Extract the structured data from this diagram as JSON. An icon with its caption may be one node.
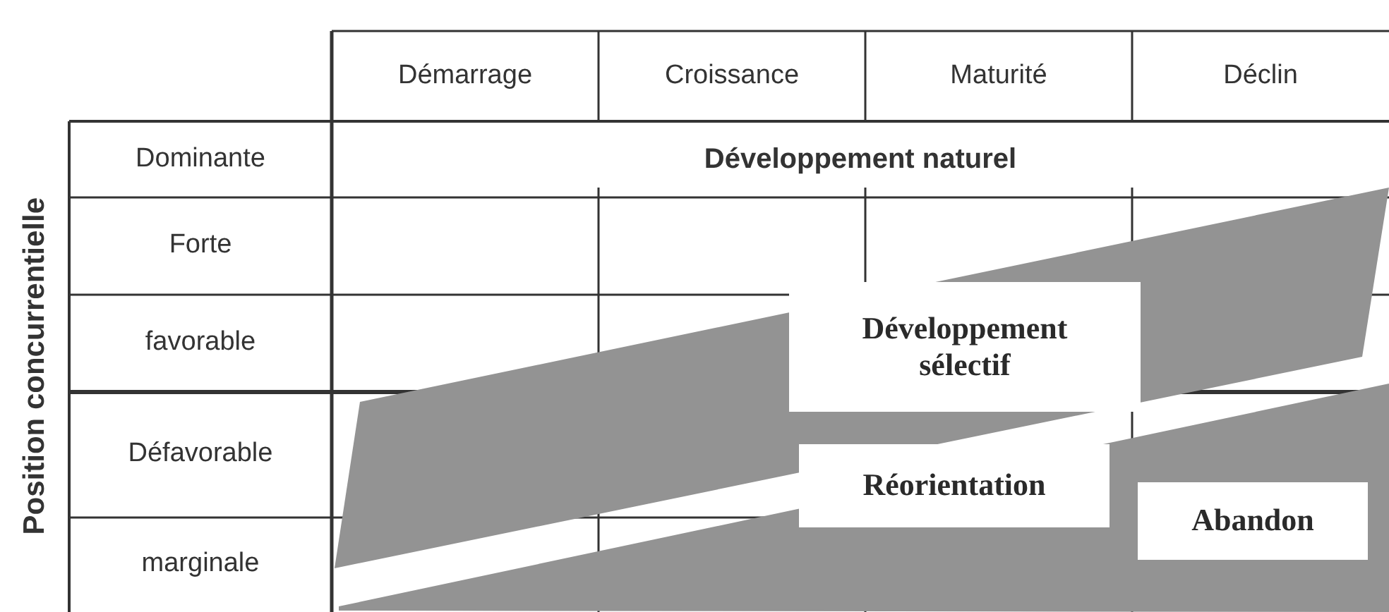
{
  "diagram": {
    "labels": [
      "Démarrage",
      "Croissance",
      "Maturité",
      "Déclin",
      "Position concurrentielle",
      "Dominante",
      "Développement naturel",
      "Forte",
      "favorable",
      "Développement sélectif",
      "Défavorable",
      "Réorientation",
      "marginale",
      "Abandon"
    ]
  }
}
